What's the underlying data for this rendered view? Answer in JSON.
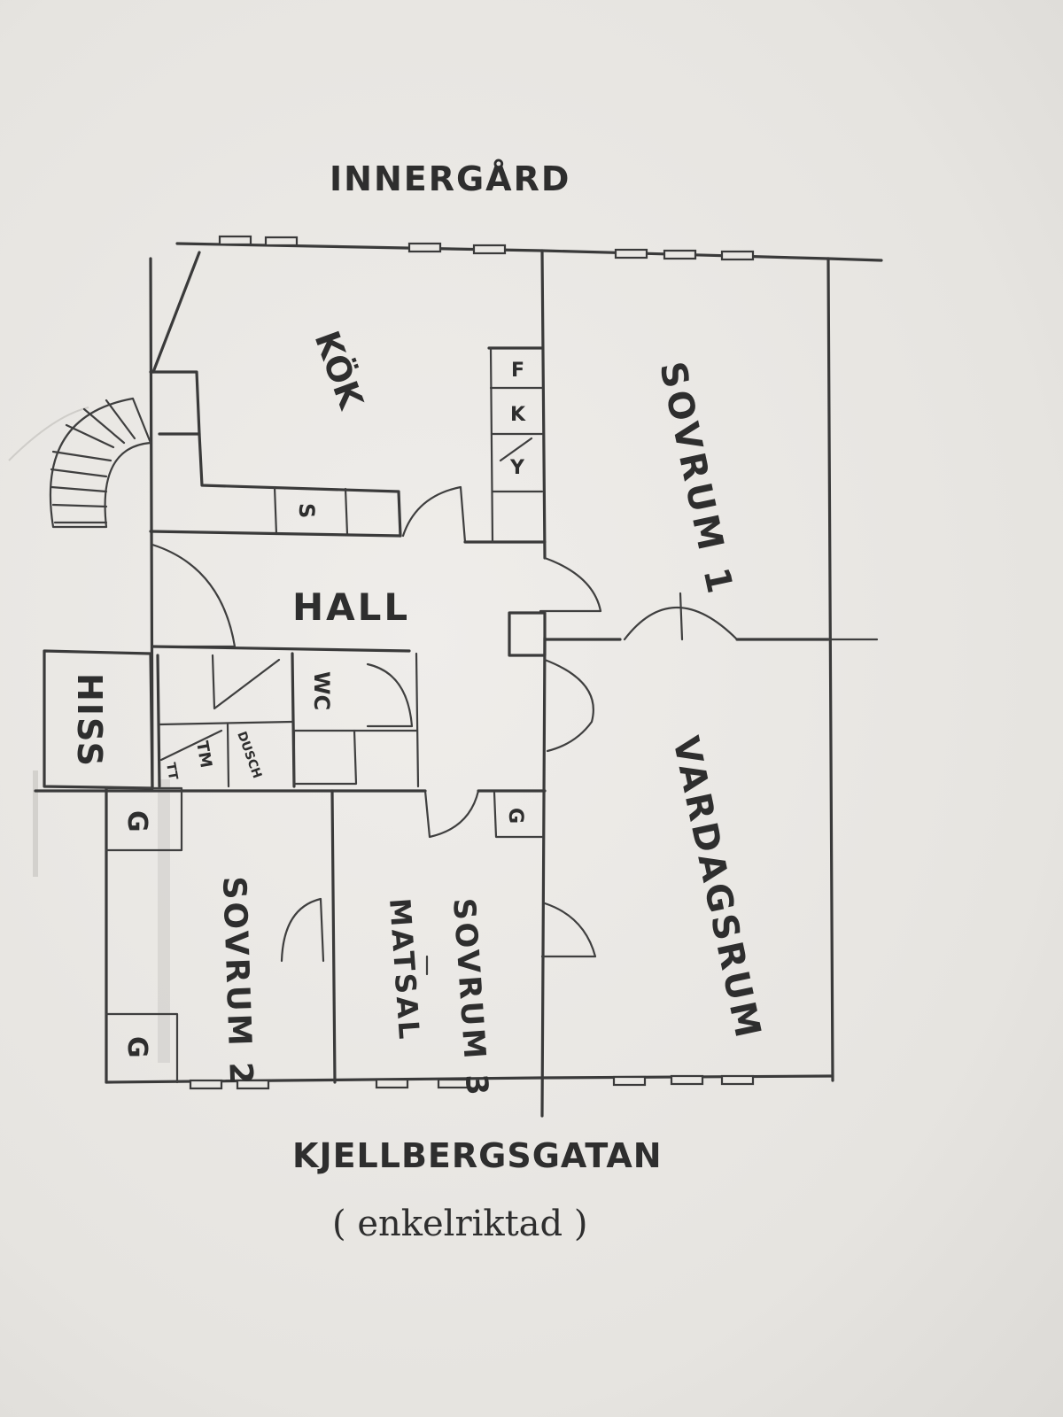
{
  "plan": {
    "top_label": "INNERGÅRD",
    "street_label": "KJELLBERGSGATAN",
    "street_note": "( enkelriktad )",
    "rooms": {
      "kok": "KÖK",
      "hall": "HALL",
      "sovrum1": "SOVRUM 1",
      "vardagsrum": "VARDAGSRUM",
      "sovrum2": "SOVRUM 2",
      "sovrum3": "SOVRUM 3",
      "matsal": "MATSAL",
      "hiss": "HISS",
      "wc": "WC",
      "dusch": "DUSCH",
      "tm": "TM",
      "tt": "TT"
    },
    "appliances": {
      "fridge": "F",
      "freezer": "K",
      "dishwasher": "Y",
      "stove": "S",
      "heater_hall": "G",
      "heater_s2_top": "G",
      "heater_s2_bottom": "G"
    }
  }
}
